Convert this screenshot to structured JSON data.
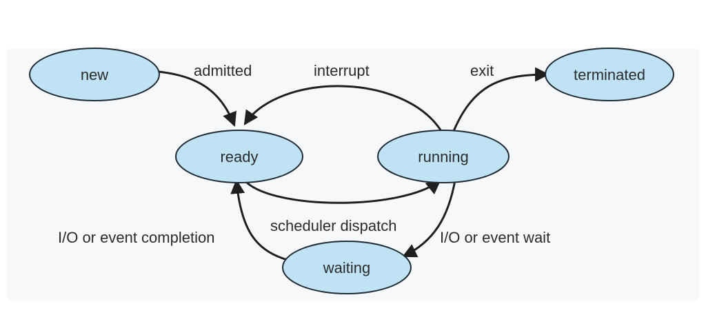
{
  "states": {
    "new": "new",
    "ready": "ready",
    "running": "running",
    "waiting": "waiting",
    "terminated": "terminated"
  },
  "transitions": {
    "admitted": "admitted",
    "interrupt": "interrupt",
    "exit": "exit",
    "scheduler_dispatch": "scheduler dispatch",
    "io_wait": "I/O or event wait",
    "io_completion": "I/O or event completion"
  },
  "colors": {
    "state_fill": "#bfe3f5",
    "stroke": "#1f2a33",
    "background_panel": "#f6f8fa"
  }
}
